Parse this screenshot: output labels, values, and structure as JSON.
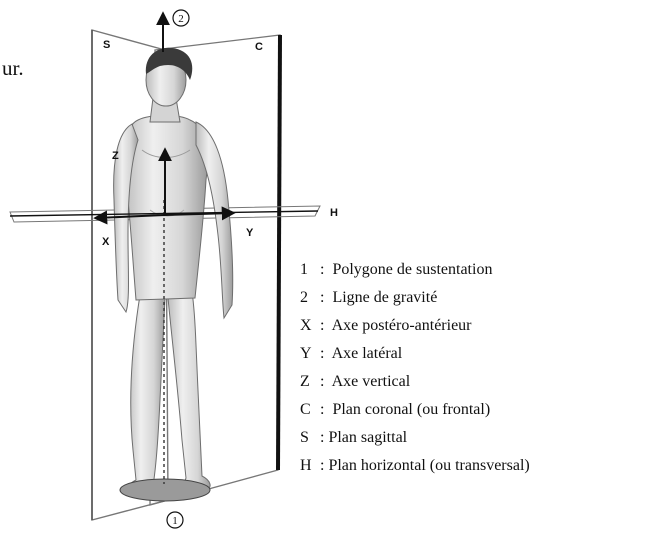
{
  "cut_text": "ur.",
  "markers": {
    "point_1": "1",
    "point_2": "2"
  },
  "axis_labels": {
    "x": "X",
    "y": "Y",
    "z": "Z",
    "h": "H",
    "s": "S",
    "c": "C"
  },
  "legend": [
    {
      "key": "1",
      "sep": " :  ",
      "text": "Polygone de sustentation"
    },
    {
      "key": "2",
      "sep": " :  ",
      "text": "Ligne de gravité"
    },
    {
      "key": "X",
      "sep": " :  ",
      "text": "Axe postéro-antérieur"
    },
    {
      "key": "Y",
      "sep": " :  ",
      "text": "Axe latéral"
    },
    {
      "key": "Z",
      "sep": " :  ",
      "text": "Axe vertical"
    },
    {
      "key": "C",
      "sep": " :  ",
      "text": "Plan coronal (ou frontal)"
    },
    {
      "key": "S",
      "sep": " : ",
      "text": "Plan sagittal"
    },
    {
      "key": "H",
      "sep": " : ",
      "text": "Plan horizontal (ou transversal)"
    }
  ],
  "colors": {
    "skin_light": "#ececec",
    "skin_mid": "#c8c8c8",
    "skin_dark": "#8a8a8a",
    "hair": "#3a3a3a",
    "plane": "#666666",
    "ink": "#111111",
    "base": "#9a9a9a"
  }
}
